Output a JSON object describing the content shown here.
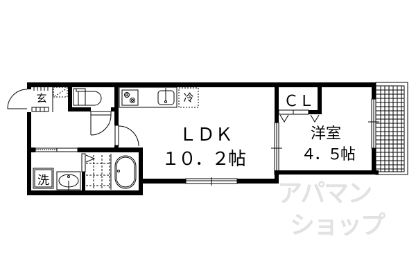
{
  "floor_plan": {
    "rooms": [
      {
        "id": "ldk",
        "name": "ＬＤＫ",
        "size": "１０．２帖"
      },
      {
        "id": "western",
        "name": "洋室",
        "size": "４．５帖"
      },
      {
        "id": "closet",
        "name": "ＣＬ"
      }
    ],
    "fixtures": {
      "entrance": "玄",
      "washer": "洗",
      "fridge": "冷"
    },
    "watermark": {
      "line1": "アパマン",
      "line2": "ショップ",
      "color": "#e2e2e2"
    },
    "colors": {
      "wall": "#000000",
      "background": "#ffffff"
    }
  }
}
